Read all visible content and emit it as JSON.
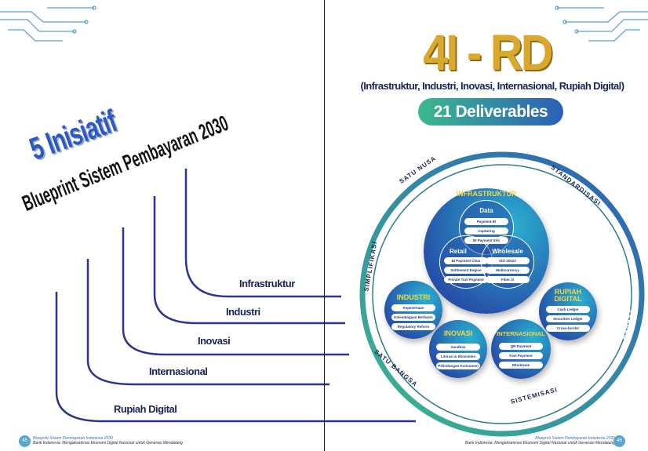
{
  "left": {
    "title": "5 Inisiatif",
    "subtitle": "Blueprint Sistem Pembayaran 2030",
    "labels": [
      "Infrastruktur",
      "Industri",
      "Inovasi",
      "Internasional",
      "Rupiah Digital"
    ]
  },
  "right": {
    "heading": "4I - RD",
    "subheading": "(Infrastruktur, Industri, Inovasi, Internasional, Rupiah Digital)",
    "pill": "21 Deliverables",
    "ring": {
      "satu_nusa": "SATU NUSA",
      "standardisasi": "STANDARDISASI",
      "simplifikasi": "SIMPLIFIKASI",
      "satu_bahasa": "SATU BAHASA",
      "satu_bangsa": "SATU BANGSA",
      "sistemisasi": "SISTEMISASI"
    },
    "infrastruktur": {
      "title": "INFRASTRUKTUR",
      "data": {
        "title": "Data",
        "items": [
          "Payment ID",
          "Capturing",
          "BI Payment Info"
        ]
      },
      "retail": {
        "title": "Retail",
        "items": [
          "BI Payment Clear",
          "Settlement Engine",
          "Private Tool Payment"
        ]
      },
      "wholesale": {
        "title": "Wholesale",
        "items": [
          "ISO 20022",
          "Multicurrency",
          "Fiber 3i"
        ]
      }
    },
    "industri": {
      "title": "INDUSTRI",
      "items": [
        "Kepesertaan",
        "Kelembagaan Berbasis",
        "Regulatory Reform"
      ]
    },
    "inovasi": {
      "title": "INOVASI",
      "items": [
        "Sandbox",
        "Literasi & Ekosistem",
        "Pelindungan Konsumen"
      ]
    },
    "internasional": {
      "title": "INTERNASIONAL",
      "items": [
        "QR Payment",
        "Fast Payment",
        "Wholesale"
      ]
    },
    "rupiah_digital": {
      "title": "RUPIAH DIGITAL",
      "items": [
        "Cash Ledger",
        "Securities Ledger",
        "Cross-border"
      ]
    }
  },
  "footer": {
    "left_page": "45",
    "right_page": "46",
    "line1": "Blueprint Sistem Pembayaran Indonesia 2030",
    "line2": "Bank Indonesia: Mengakselerasi Ekonomi Digital Nasional untuk Generasi Mendatang"
  }
}
